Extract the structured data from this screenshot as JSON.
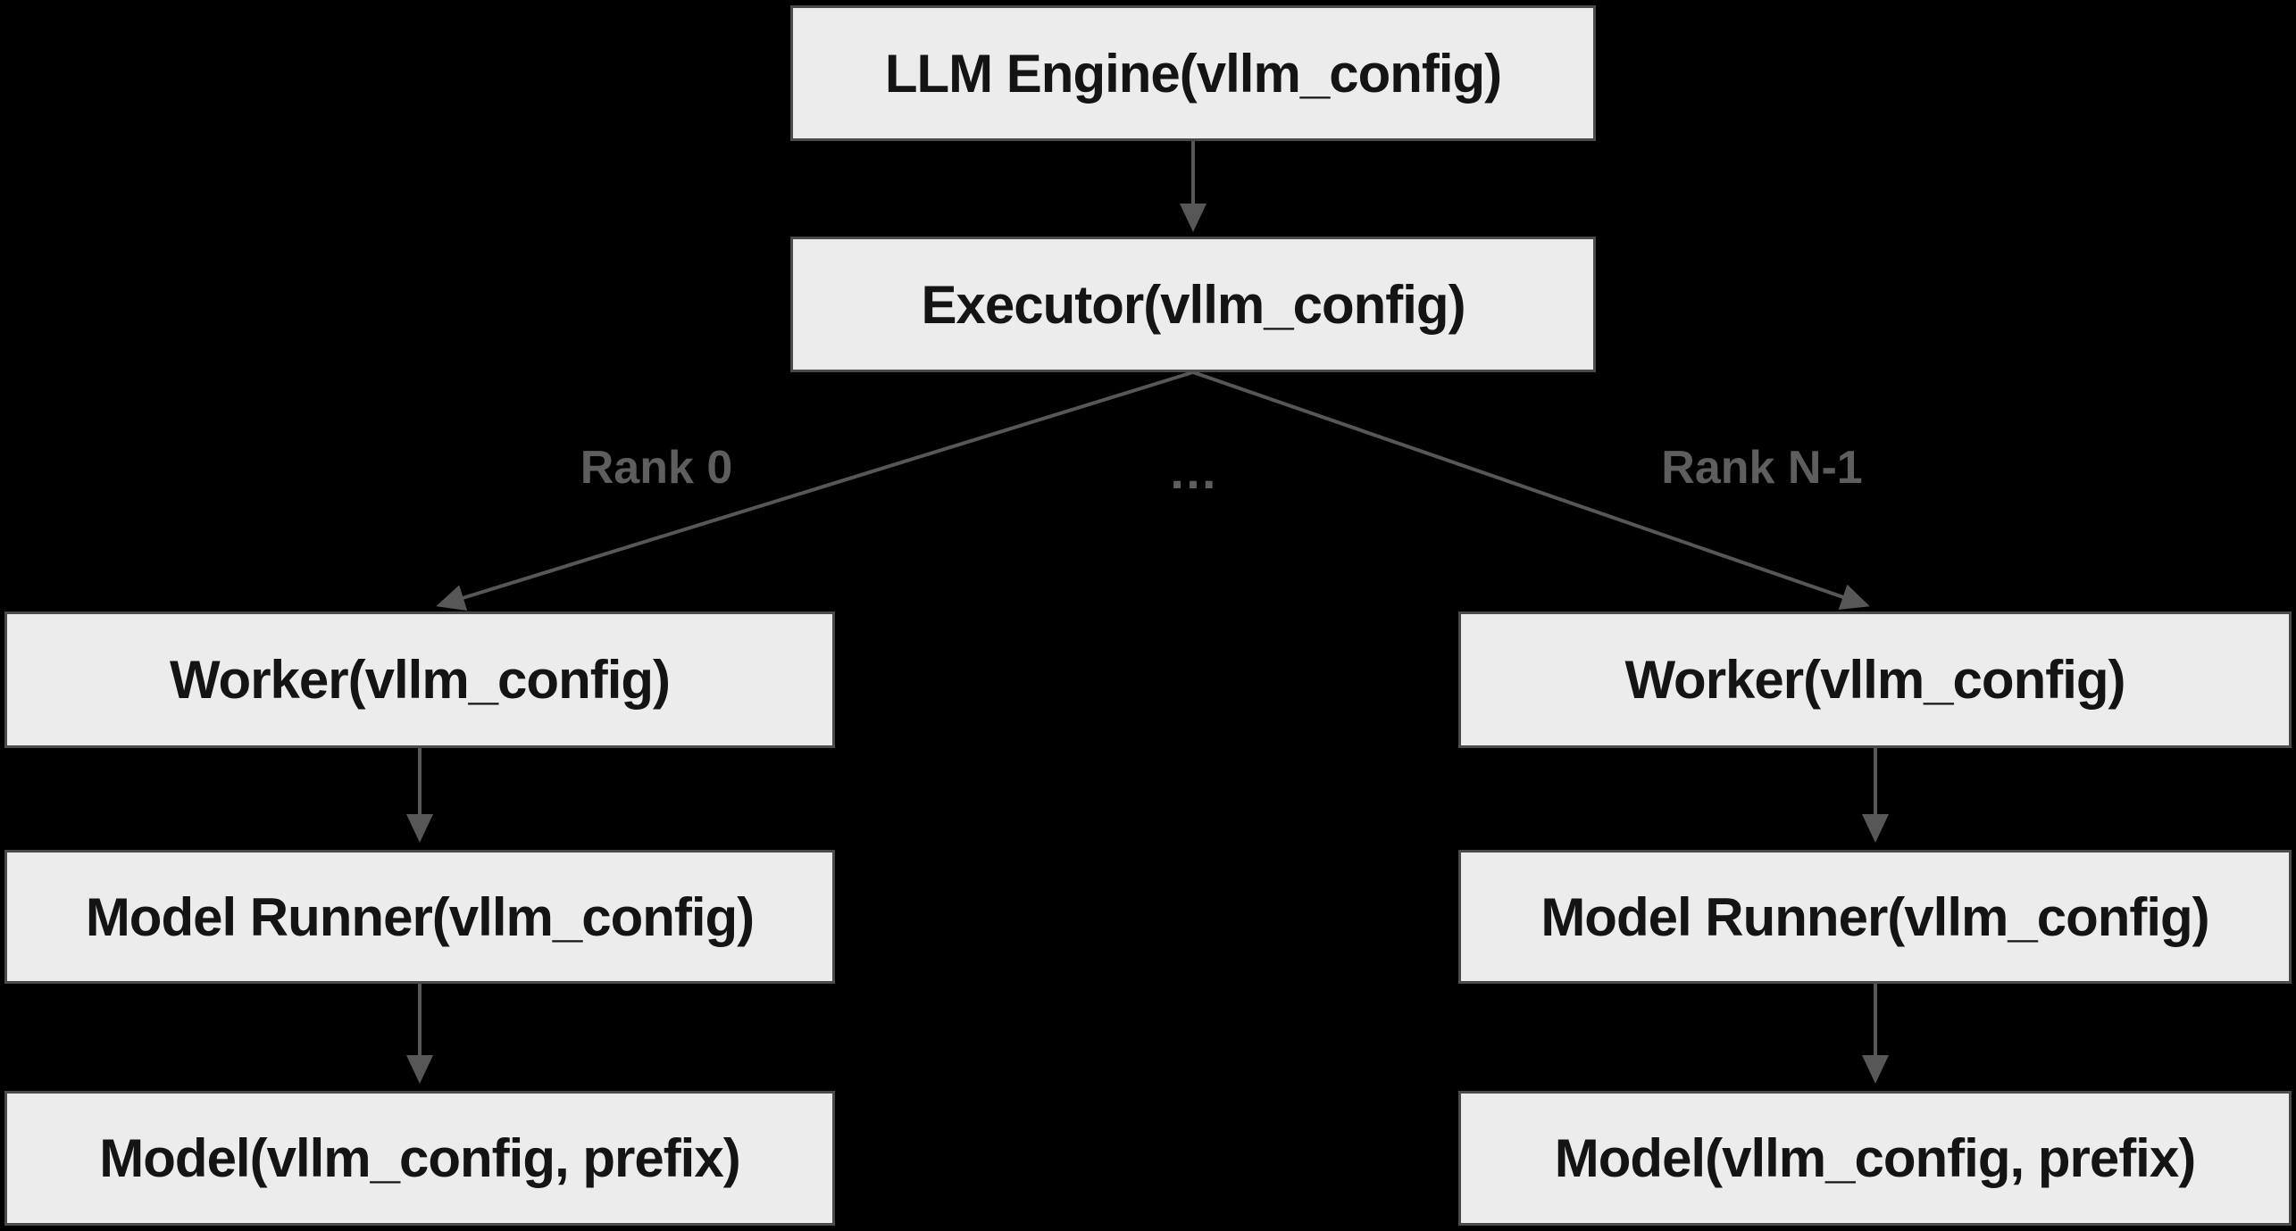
{
  "diagram": {
    "colors": {
      "background": "#000000",
      "node_fill": "#ececec",
      "node_border": "#4b4b4b",
      "node_text": "#141414",
      "edge": "#575757",
      "edge_label": "#5e5e5e"
    },
    "nodes": [
      {
        "id": "llm-engine",
        "label": "LLM Engine(vllm_config)"
      },
      {
        "id": "executor",
        "label": "Executor(vllm_config)"
      },
      {
        "id": "worker-left",
        "label": "Worker(vllm_config)"
      },
      {
        "id": "model-runner-left",
        "label": "Model Runner(vllm_config)"
      },
      {
        "id": "model-left",
        "label": "Model(vllm_config, prefix)"
      },
      {
        "id": "worker-right",
        "label": "Worker(vllm_config)"
      },
      {
        "id": "model-runner-right",
        "label": "Model Runner(vllm_config)"
      },
      {
        "id": "model-right",
        "label": "Model(vllm_config, prefix)"
      }
    ],
    "edges": [
      {
        "from": "llm-engine",
        "to": "executor",
        "label": ""
      },
      {
        "from": "executor",
        "to": "worker-left",
        "label": "Rank 0"
      },
      {
        "from": "executor",
        "to": "worker-right",
        "label": "Rank N-1"
      },
      {
        "from": "worker-left",
        "to": "model-runner-left",
        "label": ""
      },
      {
        "from": "model-runner-left",
        "to": "model-left",
        "label": ""
      },
      {
        "from": "worker-right",
        "to": "model-runner-right",
        "label": ""
      },
      {
        "from": "model-runner-right",
        "to": "model-right",
        "label": ""
      }
    ],
    "edge_labels": {
      "left": "Rank 0",
      "middle": "…",
      "right": "Rank N-1"
    }
  }
}
